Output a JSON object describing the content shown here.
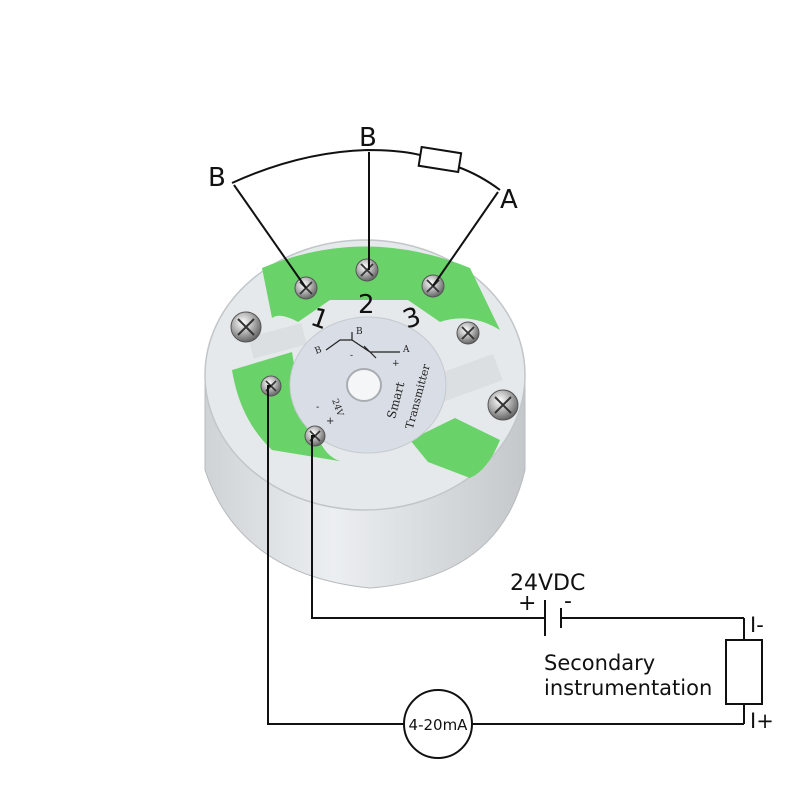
{
  "sensor": {
    "label_b_left": "B",
    "label_b_top": "B",
    "label_a": "A"
  },
  "terminals": {
    "t1": "1",
    "t2": "2",
    "t3": "3"
  },
  "device_face": {
    "rtd_b_left": "B",
    "rtd_b_top": "B",
    "rtd_a": "A",
    "rtd_minus": "-",
    "rtd_plus": "+",
    "power_minus": "-",
    "power_plus": "+",
    "power_voltage": "24V",
    "brand_line1": "Smart",
    "brand_line2": "Transmitter"
  },
  "loop": {
    "supply_label": "24VDC",
    "supply_plus": "+",
    "supply_minus": "-",
    "meter_label": "4-20mA",
    "secondary_line1": "Secondary",
    "secondary_line2": "instrumentation",
    "i_minus": "I-",
    "i_plus": "I+"
  },
  "colors": {
    "housing": "#e3e6e8",
    "housing_shadow": "#c9cdd0",
    "green_pad": "#69d36a",
    "face": "#d9dee6",
    "wire": "#111111"
  }
}
